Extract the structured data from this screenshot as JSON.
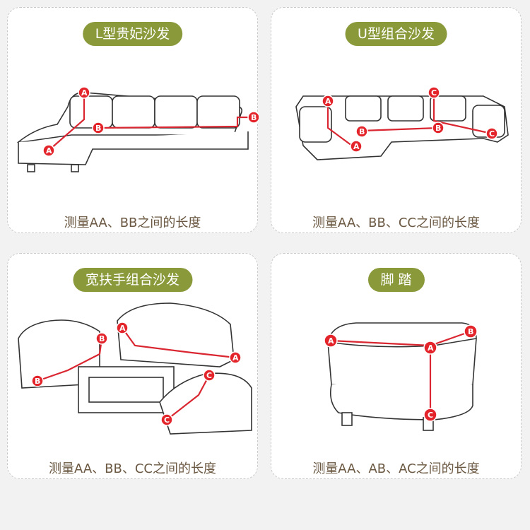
{
  "cards": [
    {
      "title": "L型贵妃沙发",
      "caption": "测量AA、BB之间的长度"
    },
    {
      "title": "U型组合沙发",
      "caption": "测量AA、BB、CC之间的长度"
    },
    {
      "title": "宽扶手组合沙发",
      "caption": "测量AA、BB、CC之间的长度"
    },
    {
      "title": "脚 踏",
      "caption": "测量AA、AB、AC之间的长度"
    }
  ],
  "marker_letters": {
    "a": "A",
    "b": "B",
    "c": "C"
  },
  "colors": {
    "title_pill": "#8a9a3b",
    "caption_text": "#6b5842",
    "marker": "#e3242b"
  }
}
